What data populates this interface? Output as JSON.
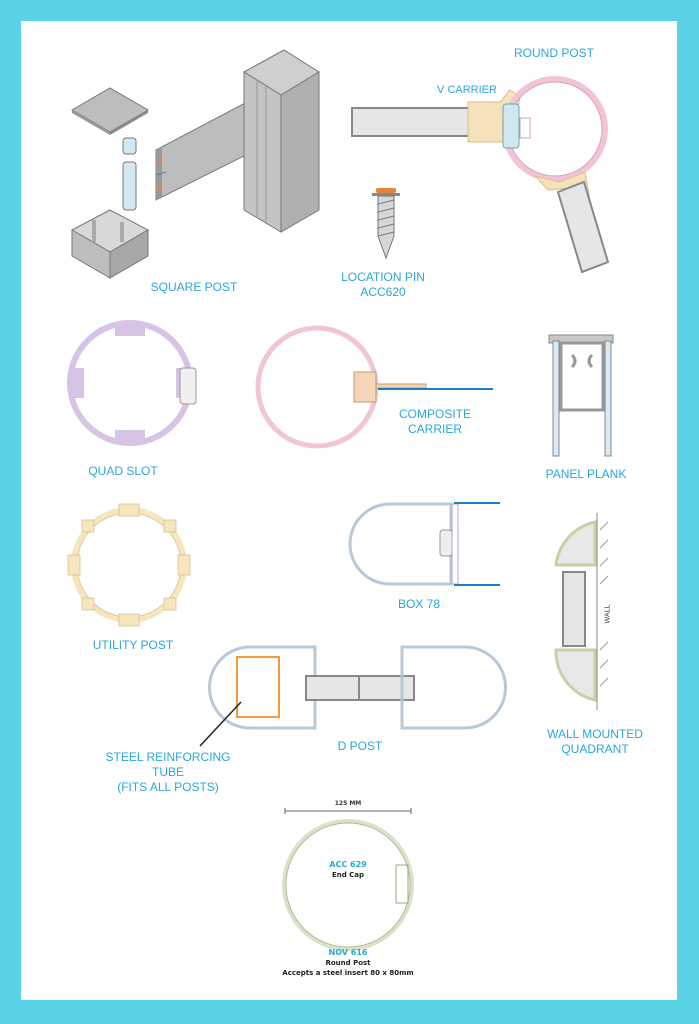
{
  "colors": {
    "frame": "#5AD2E6",
    "label": "#2AA6D9",
    "round_post": "#F2C4D8",
    "v_carrier": "#F5E2BA",
    "quad_slot": "#D6C3E6",
    "utility_post": "#F5E6BE",
    "box78": "#DCE8F0",
    "wall_quadrant": "#E2E8C8",
    "steel_tube": "#F39A3C",
    "glass": "#D8EAF5",
    "aluminium": "#C8C8C8"
  },
  "labels": {
    "square_post": "SQUARE POST",
    "round_post": "ROUND POST",
    "v_carrier": "V CARRIER",
    "location_pin_1": "LOCATION PIN",
    "location_pin_2": "ACC620",
    "quad_slot": "QUAD SLOT",
    "composite_carrier_1": "COMPOSITE",
    "composite_carrier_2": "CARRIER",
    "panel_plank": "PANEL PLANK",
    "utility_post": "UTILITY POST",
    "box78": "BOX 78",
    "wall_mounted_1": "WALL MOUNTED",
    "wall_mounted_2": "QUADRANT",
    "wall": "WALL",
    "d_post": "D POST",
    "steel_tube_1": "STEEL REINFORCING",
    "steel_tube_2": "TUBE",
    "steel_tube_3": "(FITS ALL POSTS)"
  },
  "round_post_detail": {
    "dimension": "125 MM",
    "end_cap_code": "ACC 629",
    "end_cap_name": "End Cap",
    "post_code": "NOV 616",
    "post_name": "Round Post",
    "post_note": "Accepts a steel insert 80 x 80mm"
  }
}
